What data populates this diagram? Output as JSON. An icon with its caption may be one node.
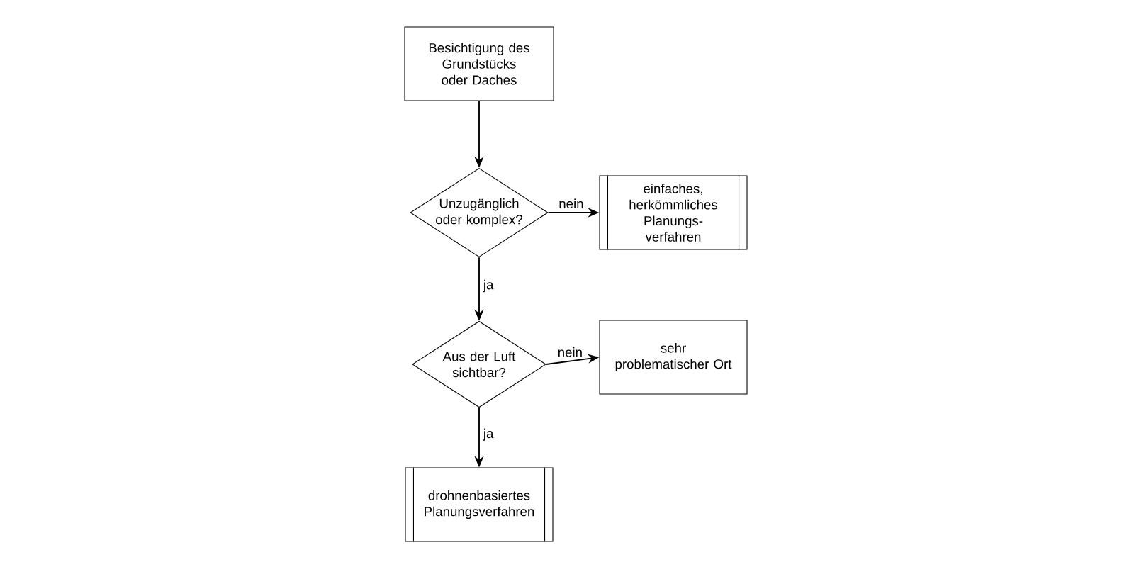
{
  "diagram": {
    "nodes": [
      {
        "text": [
          "Besichtigung des Grundstücks oder Daches"
        ]
      },
      {
        "text": [
          "Unzugänglich oder komplex?"
        ]
      },
      {
        "text": [
          "einfaches, herkömmliches Planungs- verfahren"
        ]
      },
      {
        "text": [
          "Aus der Luft sichtbar?"
        ]
      },
      {
        "text": [
          "sehr problematischer Ort"
        ]
      },
      {
        "text": [
          "drohnenbasiertes Planungsverfahren"
        ]
      }
    ],
    "edges": [
      {
        "from": 0,
        "to": 1,
        "arrow": "to"
      },
      {
        "from": 1,
        "to": 2,
        "arrow": "to",
        "label": "nein"
      },
      {
        "from": 1,
        "to": 3,
        "arrow": "to",
        "label": "ja"
      },
      {
        "from": 3,
        "to": 4,
        "arrow": "to",
        "label": "nein"
      },
      {
        "from": 3,
        "to": 5,
        "arrow": "to",
        "label": "ja"
      }
    ]
  }
}
